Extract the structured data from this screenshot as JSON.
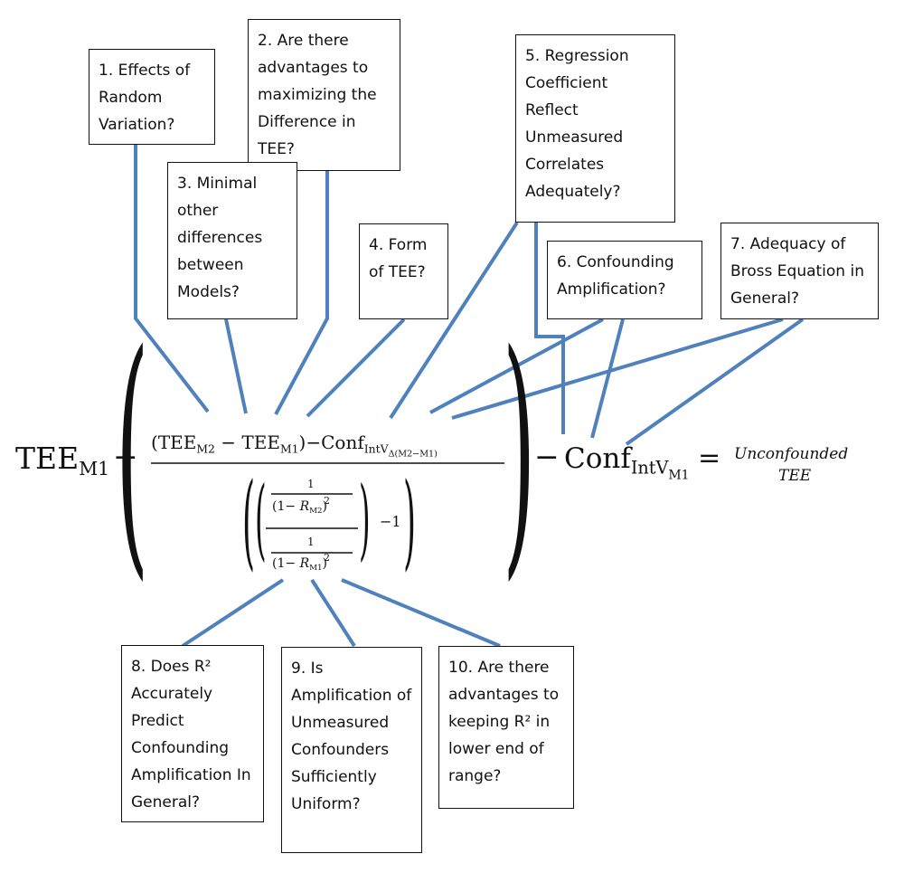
{
  "questions": [
    {
      "id": "q1",
      "text": "1. Effects of Random Variation?"
    },
    {
      "id": "q2",
      "text": "2. Are there advantages to maximizing the Difference in TEE?"
    },
    {
      "id": "q3",
      "text": "3. Minimal other differences between Models?"
    },
    {
      "id": "q4",
      "text": "4. Form of TEE?"
    },
    {
      "id": "q5",
      "text": "5. Regression Coefficient Reflect Unmeasured Correlates Adequately?"
    },
    {
      "id": "q6",
      "text": "6. Confounding Amplification?"
    },
    {
      "id": "q7",
      "text": "7. Adequacy of Bross Equation in General?"
    },
    {
      "id": "q8",
      "text": "8. Does R² Accurately Predict Confounding Amplification In General?"
    },
    {
      "id": "q9",
      "text": "9. Is Amplification of Unmeasured Confounders Sufficiently Uniform?"
    },
    {
      "id": "q10",
      "text": "10. Are there advantages to keeping R² in lower end of range?"
    }
  ],
  "equation": {
    "tee": "TEE",
    "m1": "M1",
    "m2": "M2",
    "minus": "−",
    "equals": "=",
    "conf": "Conf",
    "intv": "IntV",
    "delta_sub": "Δ(M2−M1)",
    "one": "1",
    "one_minus": "(1−",
    "r": "R",
    "two": "2",
    "close": ")",
    "minus_one": "−1",
    "open_paren": "(",
    "close_paren": ")",
    "result_line1": "Unconfounded",
    "result_line2": "TEE"
  },
  "colors": {
    "connector": "#4f81bd",
    "border": "#111111"
  }
}
